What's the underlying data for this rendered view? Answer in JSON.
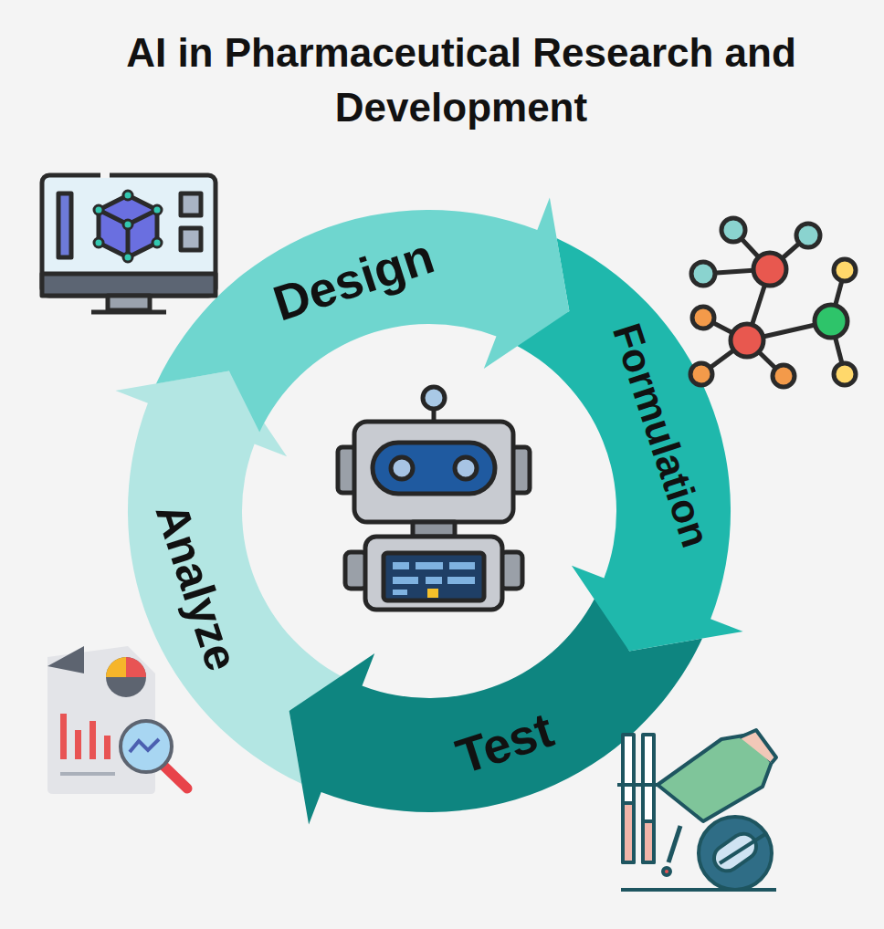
{
  "diagram": {
    "title": "AI in Pharmaceutical Research and Development",
    "nodes": [
      {
        "text": [
          "Design"
        ]
      },
      {
        "text": [
          "Formulation"
        ]
      },
      {
        "text": [
          "Test"
        ]
      },
      {
        "text": [
          "Analyze"
        ]
      }
    ]
  }
}
